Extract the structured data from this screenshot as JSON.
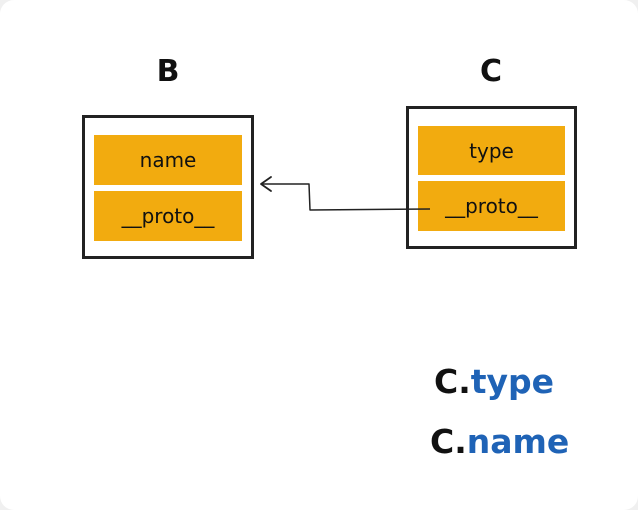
{
  "objects": {
    "b": {
      "title": "B",
      "fields": [
        "name",
        "__proto__"
      ]
    },
    "c": {
      "title": "C",
      "fields": [
        "type",
        "__proto__"
      ]
    }
  },
  "expressions": [
    {
      "object": "C.",
      "property": "type"
    },
    {
      "object": "C.",
      "property": "name"
    }
  ],
  "colors": {
    "field_fill": "#f2ab0f",
    "property_text": "#1f63b6",
    "outline": "#222222"
  }
}
